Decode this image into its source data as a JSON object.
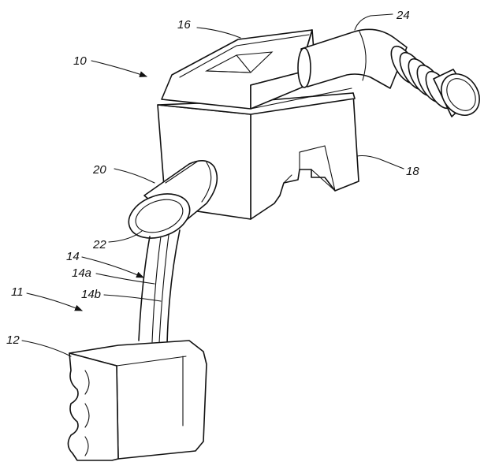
{
  "figure": {
    "labels": {
      "assembly": "10",
      "system": "11",
      "canister": "12",
      "hose": "14",
      "hose_line_a": "14a",
      "hose_line_b": "14b",
      "top_cover": "16",
      "housing": "18",
      "inlet": "20",
      "inlet_opening": "22",
      "outlet_tube": "24"
    }
  }
}
